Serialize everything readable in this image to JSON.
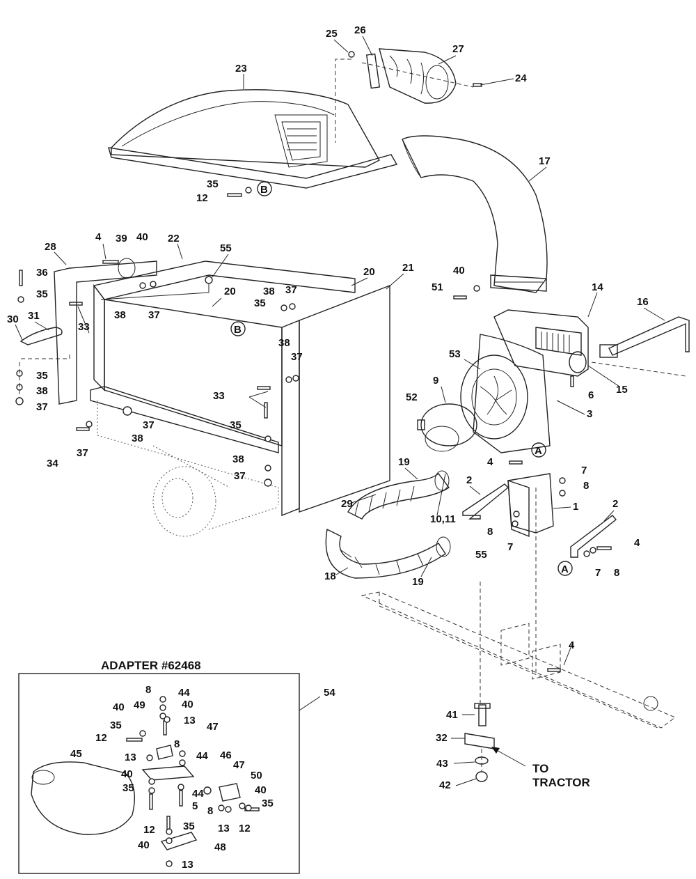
{
  "adapter_title": "ADAPTER  #62468",
  "to_tractor": [
    "TO",
    "TRACTOR"
  ],
  "callouts": {
    "c1": "1",
    "c2a": "2",
    "c2b": "2",
    "c3": "3",
    "c4a": "4",
    "c4b": "4",
    "c4c": "4",
    "c4d": "4",
    "c6": "6",
    "c7a": "7",
    "c7b": "7",
    "c7c": "7",
    "c8a": "8",
    "c8b": "8",
    "c8c": "8",
    "c9": "9",
    "c1011": "10,11",
    "c12": "12",
    "c14": "14",
    "c15": "15",
    "c16": "16",
    "c17": "17",
    "c18": "18",
    "c19a": "19",
    "c19b": "19",
    "c20a": "20",
    "c20b": "20",
    "c21": "21",
    "c22": "22",
    "c23": "23",
    "c24": "24",
    "c25": "25",
    "c26": "26",
    "c27": "27",
    "c28": "28",
    "c29": "29",
    "c30": "30",
    "c31": "31",
    "c33a": "33",
    "c33b": "33",
    "c34": "34",
    "c35a": "35",
    "c35b": "35",
    "c35c": "35",
    "c35d": "35",
    "c35e": "35",
    "c36": "36",
    "c37a": "37",
    "c37b": "37",
    "c37c": "37",
    "c37d": "37",
    "c37e": "37",
    "c37f": "37",
    "c37g": "37",
    "c38a": "38",
    "c38b": "38",
    "c38c": "38",
    "c38d": "38",
    "c38e": "38",
    "c38f": "38",
    "c39": "39",
    "c40a": "40",
    "c40b": "40",
    "c41": "41",
    "c42": "42",
    "c43": "43",
    "c32": "32",
    "c51": "51",
    "c52": "52",
    "c53": "53",
    "c54": "54",
    "c55a": "55",
    "c55b": "55",
    "refA1": "A",
    "refA2": "A",
    "refB1": "B",
    "refB2": "B"
  },
  "adapter_callouts": {
    "a8a": "8",
    "a44a": "44",
    "a40a": "40",
    "a49": "49",
    "a40b": "40",
    "a13a": "13",
    "a35a": "35",
    "a12a": "12",
    "a47a": "47",
    "a8b": "8",
    "a13b": "13",
    "a44b": "44",
    "a46": "46",
    "a45": "45",
    "a40c": "40",
    "a35b": "35",
    "a47b": "47",
    "a50": "50",
    "a44c": "44",
    "a40d": "40",
    "a5": "5",
    "a8c": "8",
    "a35c": "35",
    "a13c": "13",
    "a12b": "12",
    "a12c": "12",
    "a35d": "35",
    "a40e": "40",
    "a48": "48",
    "a13d": "13"
  }
}
